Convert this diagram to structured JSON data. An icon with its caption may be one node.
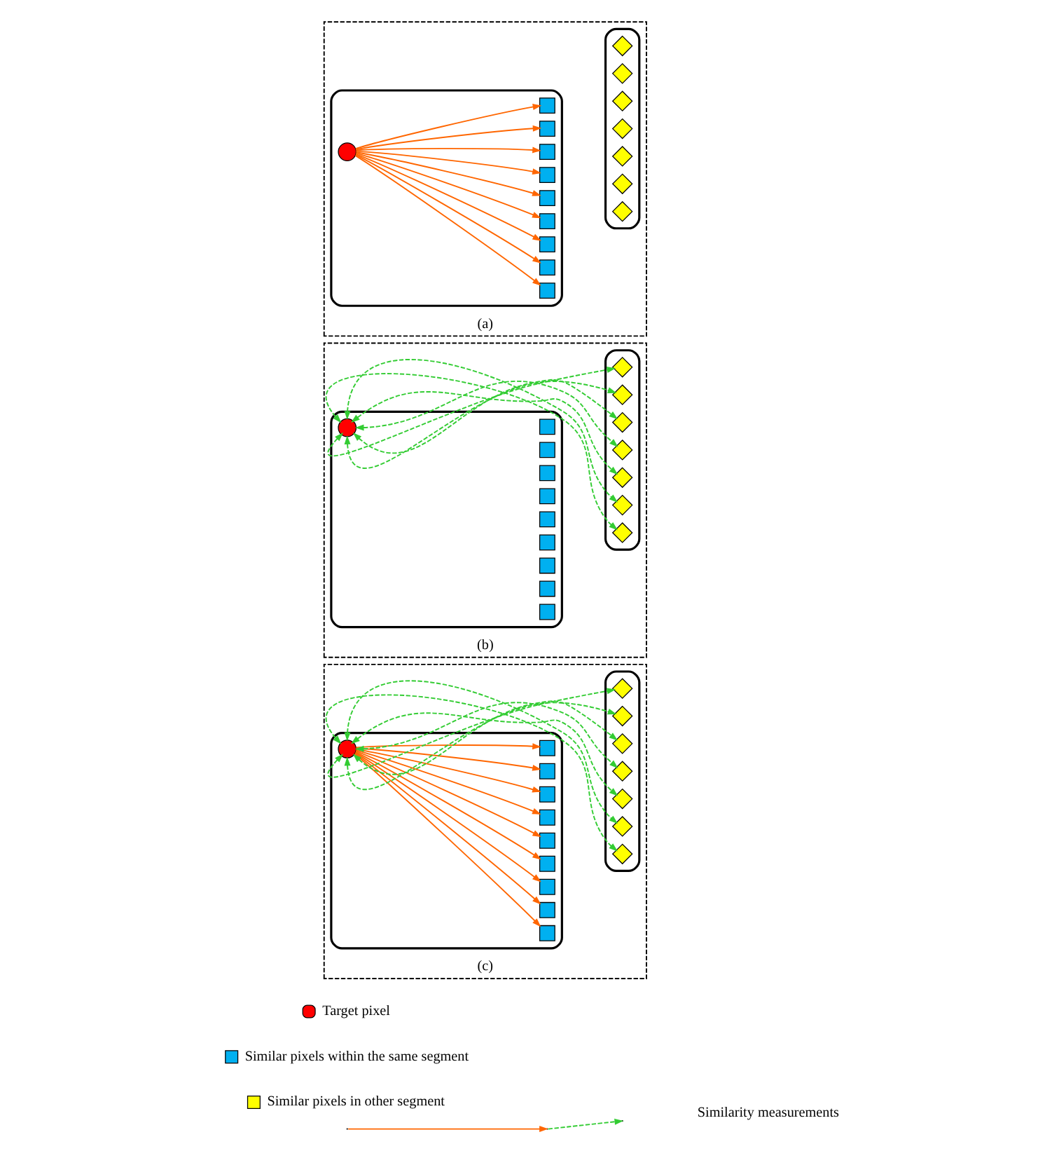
{
  "diagram": {
    "nodes": [
      {
        "text": [
          "(a)"
        ]
      },
      {
        "text": [],
        "shape": "polygon",
        "in": 0
      },
      {
        "text": [],
        "shape": "circle",
        "in": 1
      },
      {
        "text": [],
        "shape": "box",
        "in": 1
      },
      {
        "text": [],
        "shape": "box",
        "in": 1
      },
      {
        "text": [],
        "shape": "box",
        "in": 1
      },
      {
        "text": [],
        "shape": "box",
        "in": 1
      },
      {
        "text": [],
        "shape": "box",
        "in": 1
      },
      {
        "text": [],
        "shape": "box",
        "in": 1
      },
      {
        "text": [],
        "shape": "box",
        "in": 1
      },
      {
        "text": [],
        "shape": "box",
        "in": 1
      },
      {
        "text": [],
        "shape": "box",
        "in": 1
      },
      {
        "text": [],
        "shape": "polygon",
        "in": 0
      },
      {
        "text": [],
        "shape": "diamond",
        "in": 12
      },
      {
        "text": [],
        "shape": "diamond",
        "in": 12
      },
      {
        "text": [],
        "shape": "diamond",
        "in": 12
      },
      {
        "text": [],
        "shape": "diamond",
        "in": 12
      },
      {
        "text": [],
        "shape": "diamond",
        "in": 12
      },
      {
        "text": [],
        "shape": "diamond",
        "in": 12
      },
      {
        "text": [],
        "shape": "diamond",
        "in": 12
      },
      {
        "text": [
          "(b)"
        ]
      },
      {
        "text": [],
        "shape": "polygon",
        "in": 20
      },
      {
        "text": [],
        "shape": "circle",
        "in": 21
      },
      {
        "text": [],
        "shape": "box",
        "in": 21
      },
      {
        "text": [],
        "shape": "box",
        "in": 21
      },
      {
        "text": [],
        "shape": "box",
        "in": 21
      },
      {
        "text": [],
        "shape": "box",
        "in": 21
      },
      {
        "text": [],
        "shape": "box",
        "in": 21
      },
      {
        "text": [],
        "shape": "box",
        "in": 21
      },
      {
        "text": [],
        "shape": "box",
        "in": 21
      },
      {
        "text": [],
        "shape": "box",
        "in": 21
      },
      {
        "text": [],
        "shape": "box",
        "in": 21
      },
      {
        "text": [],
        "shape": "polygon",
        "in": 20
      },
      {
        "text": [],
        "shape": "diamond",
        "in": 32
      },
      {
        "text": [],
        "shape": "diamond",
        "in": 32
      },
      {
        "text": [],
        "shape": "diamond",
        "in": 32
      },
      {
        "text": [],
        "shape": "diamond",
        "in": 32
      },
      {
        "text": [],
        "shape": "diamond",
        "in": 32
      },
      {
        "text": [],
        "shape": "diamond",
        "in": 32
      },
      {
        "text": [],
        "shape": "diamond",
        "in": 32
      },
      {
        "text": [
          "(c)"
        ]
      },
      {
        "text": [],
        "shape": "polygon",
        "in": 40
      },
      {
        "text": [],
        "shape": "circle",
        "in": 41
      },
      {
        "text": [],
        "shape": "box",
        "in": 41
      },
      {
        "text": [],
        "shape": "box",
        "in": 41
      },
      {
        "text": [],
        "shape": "box",
        "in": 41
      },
      {
        "text": [],
        "shape": "box",
        "in": 41
      },
      {
        "text": [],
        "shape": "box",
        "in": 41
      },
      {
        "text": [],
        "shape": "box",
        "in": 41
      },
      {
        "text": [],
        "shape": "box",
        "in": 41
      },
      {
        "text": [],
        "shape": "box",
        "in": 41
      },
      {
        "text": [],
        "shape": "box",
        "in": 41
      },
      {
        "text": [],
        "shape": "polygon",
        "in": 40
      },
      {
        "text": [],
        "shape": "diamond",
        "in": 52
      },
      {
        "text": [],
        "shape": "diamond",
        "in": 52
      },
      {
        "text": [],
        "shape": "diamond",
        "in": 52
      },
      {
        "text": [],
        "shape": "diamond",
        "in": 52
      },
      {
        "text": [],
        "shape": "diamond",
        "in": 52
      },
      {
        "text": [],
        "shape": "diamond",
        "in": 52
      },
      {
        "text": [],
        "shape": "diamond",
        "in": 52
      }
    ],
    "edges": [
      {
        "from": 2,
        "to": 3,
        "arrow": "to",
        "color": "#ff6600"
      },
      {
        "from": 2,
        "to": 4,
        "arrow": "to",
        "color": "#ff6600"
      },
      {
        "from": 2,
        "to": 5,
        "arrow": "to",
        "color": "#ff6600"
      },
      {
        "from": 2,
        "to": 6,
        "arrow": "to",
        "color": "#ff6600"
      },
      {
        "from": 2,
        "to": 7,
        "arrow": "to",
        "color": "#ff6600"
      },
      {
        "from": 2,
        "to": 8,
        "arrow": "to",
        "color": "#ff6600"
      },
      {
        "from": 2,
        "to": 9,
        "arrow": "to",
        "color": "#ff6600"
      },
      {
        "from": 2,
        "to": 10,
        "arrow": "to",
        "color": "#ff6600"
      },
      {
        "from": 2,
        "to": 11,
        "arrow": "to",
        "color": "#ff6600"
      },
      {
        "from": 22,
        "to": 33,
        "arrow": "both",
        "style": "dashed",
        "color": "#33cc33"
      },
      {
        "from": 22,
        "to": 34,
        "arrow": "both",
        "style": "dashed",
        "color": "#33cc33"
      },
      {
        "from": 22,
        "to": 35,
        "arrow": "both",
        "style": "dashed",
        "color": "#33cc33"
      },
      {
        "from": 22,
        "to": 36,
        "arrow": "both",
        "style": "dashed",
        "color": "#33cc33"
      },
      {
        "from": 22,
        "to": 37,
        "arrow": "both",
        "style": "dashed",
        "color": "#33cc33"
      },
      {
        "from": 22,
        "to": 38,
        "arrow": "both",
        "style": "dashed",
        "color": "#33cc33"
      },
      {
        "from": 22,
        "to": 39,
        "arrow": "both",
        "style": "dashed",
        "color": "#33cc33"
      },
      {
        "from": 42,
        "to": 43,
        "arrow": "to",
        "color": "#ff6600"
      },
      {
        "from": 42,
        "to": 44,
        "arrow": "to",
        "color": "#ff6600"
      },
      {
        "from": 42,
        "to": 45,
        "arrow": "to",
        "color": "#ff6600"
      },
      {
        "from": 42,
        "to": 46,
        "arrow": "to",
        "color": "#ff6600"
      },
      {
        "from": 42,
        "to": 47,
        "arrow": "to",
        "color": "#ff6600"
      },
      {
        "from": 42,
        "to": 48,
        "arrow": "to",
        "color": "#ff6600"
      },
      {
        "from": 42,
        "to": 49,
        "arrow": "to",
        "color": "#ff6600"
      },
      {
        "from": 42,
        "to": 50,
        "arrow": "to",
        "color": "#ff6600"
      },
      {
        "from": 42,
        "to": 51,
        "arrow": "to",
        "color": "#ff6600"
      },
      {
        "from": 42,
        "to": 53,
        "arrow": "both",
        "style": "dashed",
        "color": "#33cc33"
      },
      {
        "from": 42,
        "to": 54,
        "arrow": "both",
        "style": "dashed",
        "color": "#33cc33"
      },
      {
        "from": 42,
        "to": 55,
        "arrow": "both",
        "style": "dashed",
        "color": "#33cc33"
      },
      {
        "from": 42,
        "to": 56,
        "arrow": "both",
        "style": "dashed",
        "color": "#33cc33"
      },
      {
        "from": 42,
        "to": 57,
        "arrow": "both",
        "style": "dashed",
        "color": "#33cc33"
      },
      {
        "from": 42,
        "to": 58,
        "arrow": "both",
        "style": "dashed",
        "color": "#33cc33"
      },
      {
        "from": 42,
        "to": 59,
        "arrow": "both",
        "style": "dashed",
        "color": "#33cc33"
      }
    ],
    "legend": [
      {
        "text": "Target pixel"
      },
      {
        "text": "Similar pixels within the same segment"
      },
      {
        "text": "Similar pixels in other segment"
      },
      {
        "text": "Similarity measurements"
      }
    ]
  }
}
